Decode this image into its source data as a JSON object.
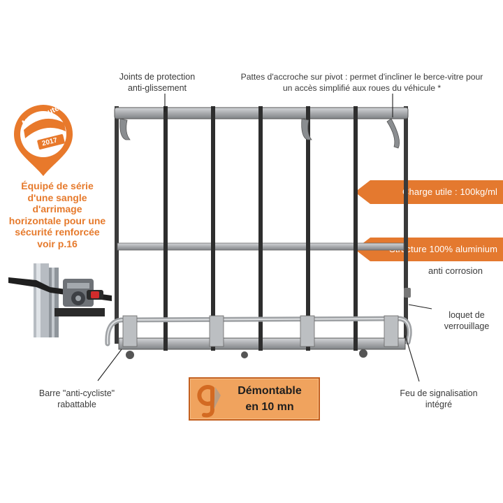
{
  "badge": {
    "title": "Nouveauté",
    "year": "2017"
  },
  "badge_text": {
    "lines": [
      "Équipé de série",
      "d'une sangle",
      "d'arrimage",
      "horizontale pour une",
      "sécurité renforcée",
      "voir p.16"
    ]
  },
  "callouts": {
    "joints": [
      "Joints de protection",
      "anti-glissement"
    ],
    "pattes": [
      "Pattes d'accroche sur pivot : permet d'incliner le berce-vitre pour",
      "un accès simplifié aux roues du véhicule *"
    ],
    "charge": "Charge utile : 100kg/ml",
    "structure": "Structure 100% aluminium",
    "anti_corrosion": "anti corrosion",
    "loquet": [
      "loquet de",
      "verrouillage"
    ],
    "barre": [
      "Barre \"anti-cycliste\"",
      "rabattable"
    ],
    "feu": [
      "Feu de signalisation",
      "intégré"
    ]
  },
  "demontable": {
    "lines": [
      "Démontable",
      "en 10 mn"
    ]
  },
  "colors": {
    "accent": "#e4792f",
    "frame": "#2e2e2e",
    "rail": "#a9abae"
  }
}
